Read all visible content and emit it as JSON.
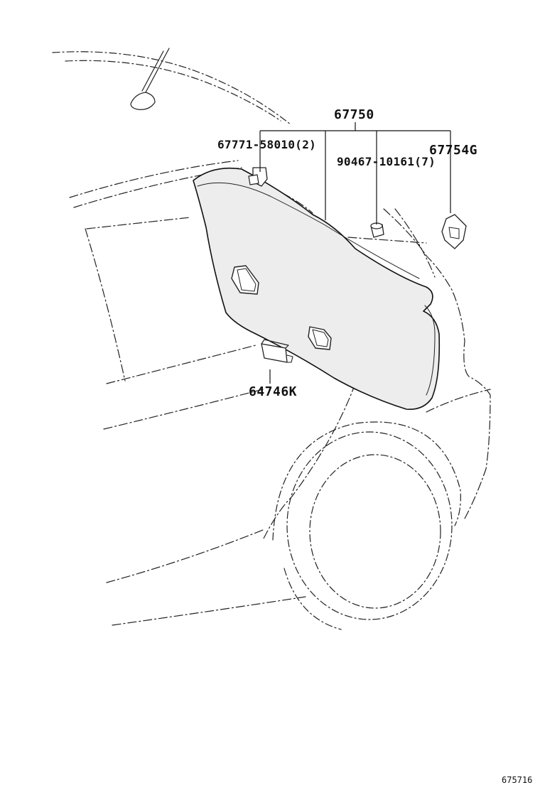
{
  "labels": {
    "assembly": "67750",
    "clip": "67771-58010(2)",
    "bolt": "90467-10161(7)",
    "bracket": "67754G",
    "cover": "64746K"
  },
  "diagram_id": "675716",
  "colors": {
    "line": "#111111",
    "panel_fill": "#ededed",
    "dash": "#333333"
  }
}
